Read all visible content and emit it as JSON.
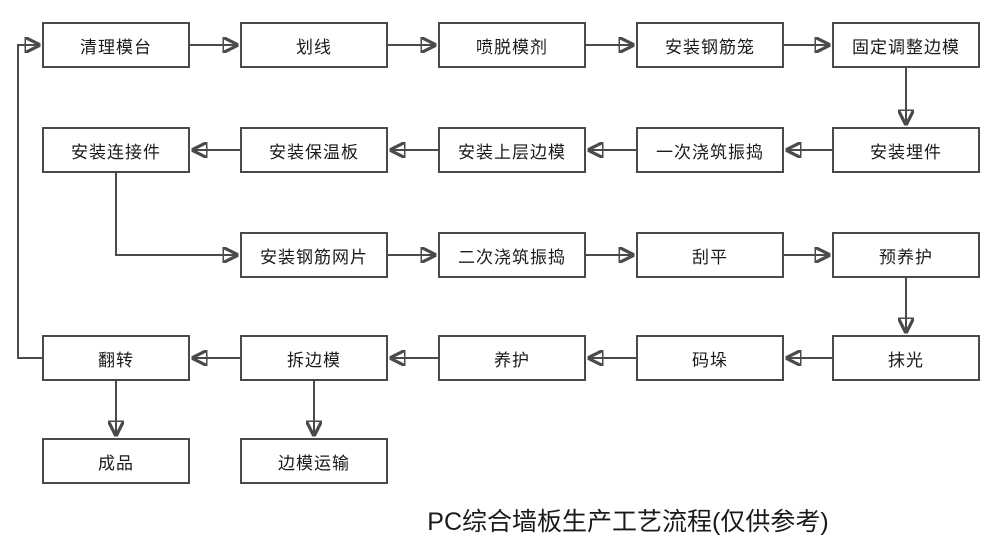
{
  "title": "PC综合墙板生产工艺流程(仅供参考)",
  "diagram": {
    "type": "flowchart",
    "colors": {
      "background": "#ffffff",
      "box_border": "#4a4a4a",
      "arrow": "#4a4a4a",
      "text": "#1a1a1a"
    },
    "nodes": {
      "clean_mold_table": {
        "label": "清理模台"
      },
      "marking": {
        "label": "划线"
      },
      "spray_release_agent": {
        "label": "喷脱模剂"
      },
      "install_rebar_cage": {
        "label": "安装钢筋笼"
      },
      "fix_adjust_side_mold": {
        "label": "固定调整边模"
      },
      "install_embedded_parts": {
        "label": "安装埋件"
      },
      "first_pour_vibrate": {
        "label": "一次浇筑振捣"
      },
      "install_upper_side_mold": {
        "label": "安装上层边模"
      },
      "install_insulation_board": {
        "label": "安装保温板"
      },
      "install_connectors": {
        "label": "安装连接件"
      },
      "install_rebar_mesh": {
        "label": "安装钢筋网片"
      },
      "second_pour_vibrate": {
        "label": "二次浇筑振捣"
      },
      "scrape_flat": {
        "label": "刮平"
      },
      "pre_curing": {
        "label": "预养护"
      },
      "smoothing": {
        "label": "抹光"
      },
      "stacking": {
        "label": "码垛"
      },
      "curing": {
        "label": "养护"
      },
      "remove_side_mold": {
        "label": "拆边模"
      },
      "flip": {
        "label": "翻转"
      },
      "finished_product": {
        "label": "成品"
      },
      "side_mold_transport": {
        "label": "边模运输"
      }
    },
    "edges": [
      {
        "from": "clean_mold_table",
        "to": "marking"
      },
      {
        "from": "marking",
        "to": "spray_release_agent"
      },
      {
        "from": "spray_release_agent",
        "to": "install_rebar_cage"
      },
      {
        "from": "install_rebar_cage",
        "to": "fix_adjust_side_mold"
      },
      {
        "from": "fix_adjust_side_mold",
        "to": "install_embedded_parts"
      },
      {
        "from": "install_embedded_parts",
        "to": "first_pour_vibrate"
      },
      {
        "from": "first_pour_vibrate",
        "to": "install_upper_side_mold"
      },
      {
        "from": "install_upper_side_mold",
        "to": "install_insulation_board"
      },
      {
        "from": "install_insulation_board",
        "to": "install_connectors"
      },
      {
        "from": "install_connectors",
        "to": "install_rebar_mesh"
      },
      {
        "from": "install_rebar_mesh",
        "to": "second_pour_vibrate"
      },
      {
        "from": "second_pour_vibrate",
        "to": "scrape_flat"
      },
      {
        "from": "scrape_flat",
        "to": "pre_curing"
      },
      {
        "from": "pre_curing",
        "to": "smoothing"
      },
      {
        "from": "smoothing",
        "to": "stacking"
      },
      {
        "from": "stacking",
        "to": "curing"
      },
      {
        "from": "curing",
        "to": "remove_side_mold"
      },
      {
        "from": "remove_side_mold",
        "to": "flip"
      },
      {
        "from": "flip",
        "to": "finished_product"
      },
      {
        "from": "remove_side_mold",
        "to": "side_mold_transport"
      },
      {
        "from": "flip",
        "to": "clean_mold_table"
      }
    ]
  }
}
